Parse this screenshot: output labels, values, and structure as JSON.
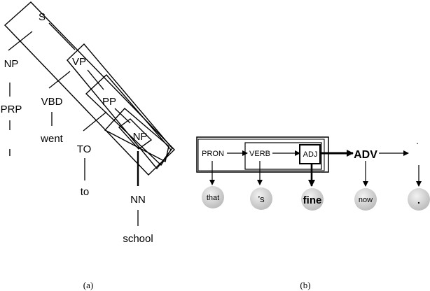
{
  "panel_a": {
    "caption": "(a)",
    "nodes": {
      "s": "S",
      "np_top": "NP",
      "vp": "VP",
      "prp": "PRP",
      "i_word": "I",
      "vbd": "VBD",
      "went": "went",
      "pp": "PP",
      "to_tag": "TO",
      "to_word": "to",
      "np_inner": "NP",
      "nn": "NN",
      "school": "school"
    }
  },
  "panel_b": {
    "caption": "(b)",
    "tags": {
      "pron": "PRON",
      "verb": "VERB",
      "adj": "ADJ",
      "adv": "ADV",
      "punct": "."
    },
    "tokens": {
      "that": "that",
      "s": "’s",
      "fine": "fine",
      "now": "now",
      "period": "."
    }
  }
}
